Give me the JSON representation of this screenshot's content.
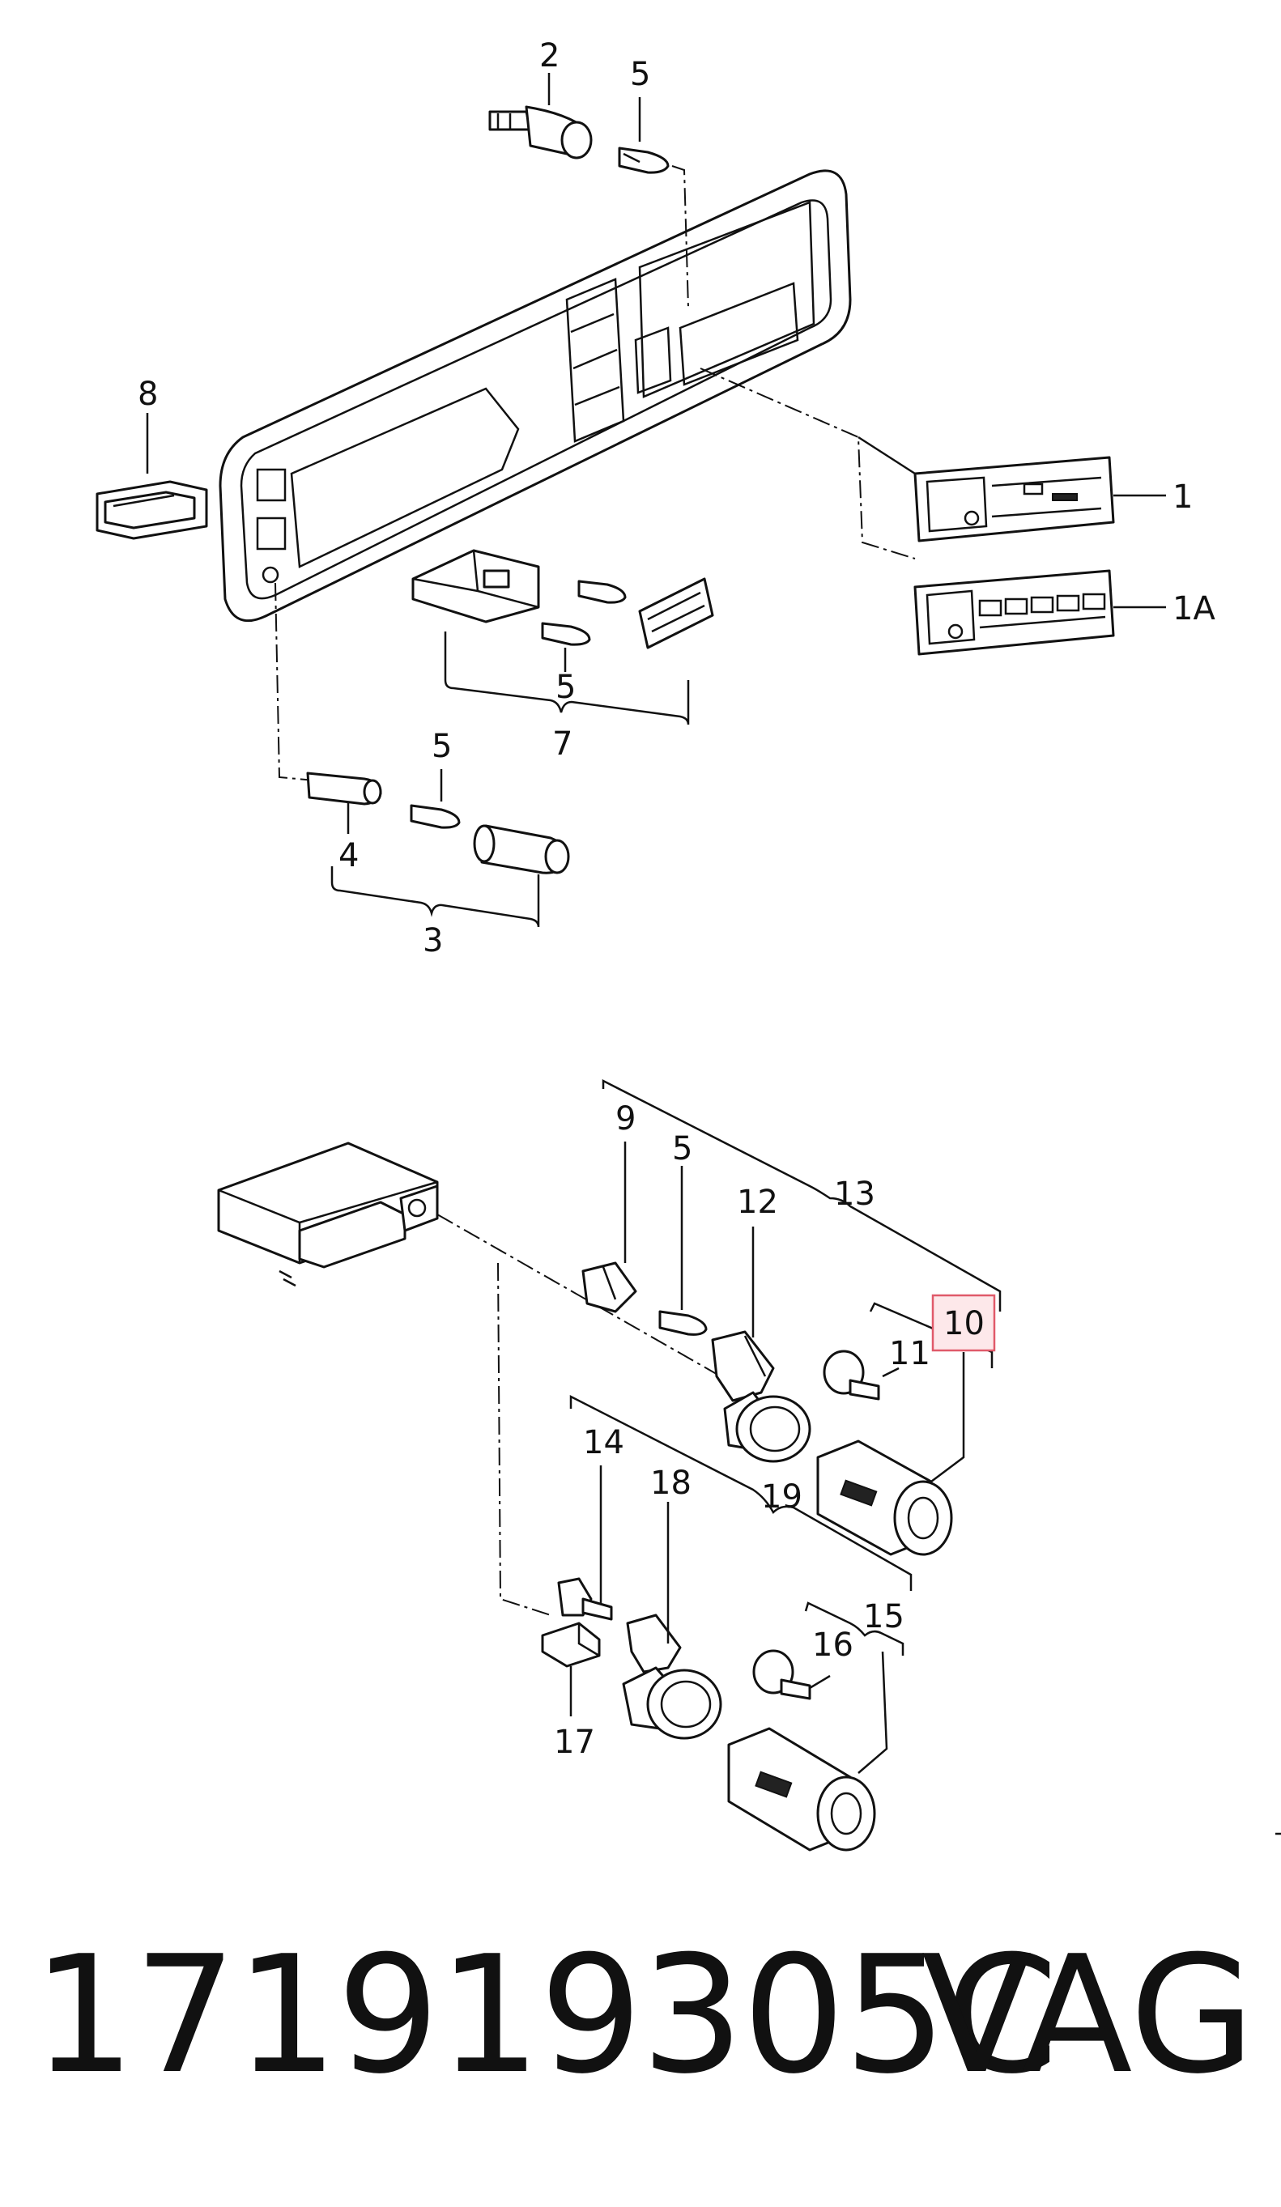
{
  "callouts": {
    "c1": "1",
    "c1a": "1A",
    "c2": "2",
    "c3": "3",
    "c4": "4",
    "c5_top": "5",
    "c5_mid": "5",
    "c5_low": "5",
    "c5_bottom": "5",
    "c7": "7",
    "c8": "8",
    "c9": "9",
    "c10": "10",
    "c11": "11",
    "c12": "12",
    "c13": "13",
    "c14": "14",
    "c15": "15",
    "c16": "16",
    "c17": "17",
    "c18": "18",
    "c19": "19"
  },
  "footer": {
    "part_number": "171919305C",
    "brand": "VAG"
  },
  "colors": {
    "line": "#111111",
    "highlight_fill": "#fde8ea",
    "highlight_stroke": "#e05a6a"
  }
}
